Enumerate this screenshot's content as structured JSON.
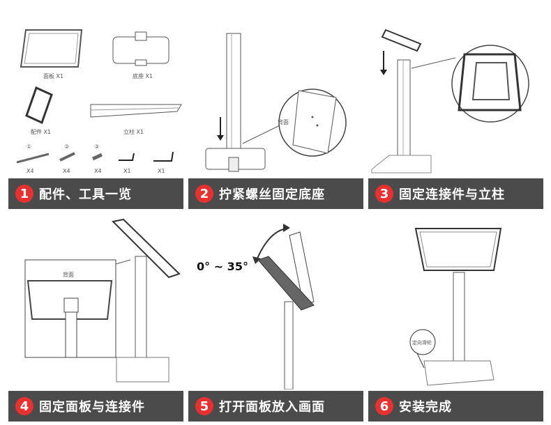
{
  "steps": [
    {
      "number": "1",
      "caption": "配件、工具一览"
    },
    {
      "number": "2",
      "caption": "拧紧螺丝固定底座"
    },
    {
      "number": "3",
      "caption": "固定连接件与立柱"
    },
    {
      "number": "4",
      "caption": "固定面板与连接件"
    },
    {
      "number": "5",
      "caption": "打开面板放入画面"
    },
    {
      "number": "6",
      "caption": "安装完成"
    }
  ],
  "parts": {
    "panel": "面板 X1",
    "base": "底座 X1",
    "connector": "配件 X1",
    "column": "立柱 X1",
    "screws": [
      {
        "mark": "①",
        "qty": "X4"
      },
      {
        "mark": "②",
        "qty": "X4"
      },
      {
        "mark": "③",
        "qty": "X4"
      }
    ],
    "wrenches": [
      {
        "qty": "X1"
      },
      {
        "qty": "X1"
      }
    ]
  },
  "back_label": "背面",
  "angle_label": "0° ~ 35°",
  "wheel_label": "定向滑轮",
  "colors": {
    "bar": "#4b4b4b",
    "badge": "#e8312f"
  }
}
